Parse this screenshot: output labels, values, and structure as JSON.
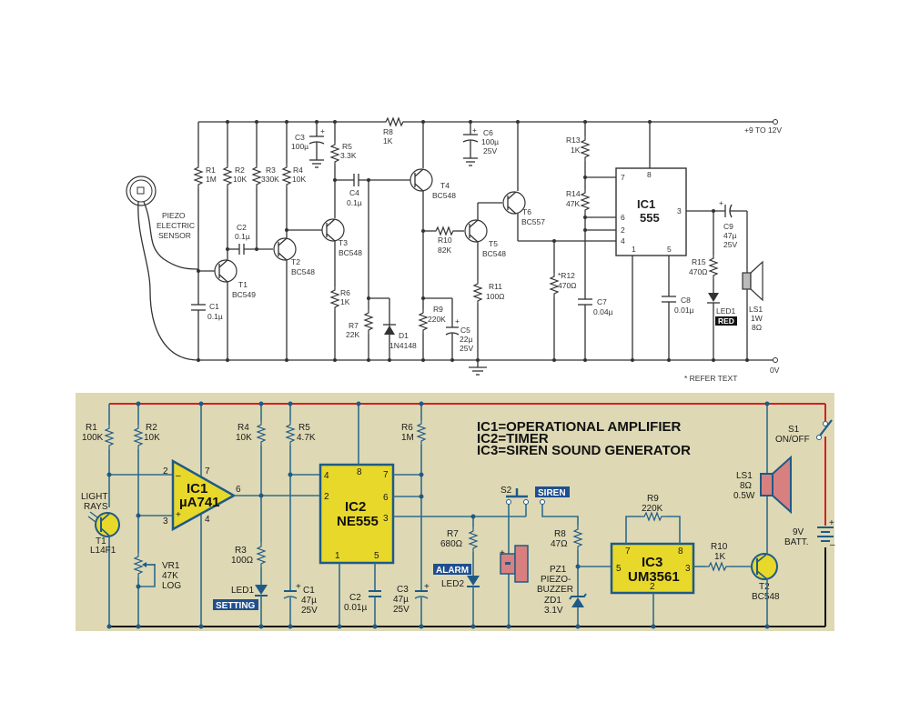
{
  "top_circuit": {
    "supply_label": "+9 TO 12V",
    "ground_label": "0V",
    "footnote": "* REFER TEXT",
    "sensor_label": [
      "PIEZO",
      "ELECTRIC",
      "SENSOR"
    ],
    "components": {
      "R1": [
        "R1",
        "1M"
      ],
      "R2": [
        "R2",
        "10K"
      ],
      "R3": [
        "R3",
        "330K"
      ],
      "R4": [
        "R4",
        "10K"
      ],
      "R5": [
        "R5",
        "3.3K"
      ],
      "R6": [
        "R6",
        "1K"
      ],
      "R7": [
        "R7",
        "22K"
      ],
      "R8": [
        "R8",
        "1K"
      ],
      "R9": [
        "R9",
        "220K"
      ],
      "R10": [
        "R10",
        "82K"
      ],
      "R11": [
        "R11",
        "100Ω"
      ],
      "R12": [
        "*R12",
        "470Ω"
      ],
      "R13": [
        "R13",
        "1K"
      ],
      "R14": [
        "R14",
        "47K"
      ],
      "R15": [
        "R15",
        "470Ω"
      ],
      "C1": [
        "C1",
        "0.1µ"
      ],
      "C2": [
        "C2",
        "0.1µ"
      ],
      "C3": [
        "C3",
        "100µ"
      ],
      "C4": [
        "C4",
        "0.1µ"
      ],
      "C5": [
        "C5",
        "22µ",
        "25V"
      ],
      "C6": [
        "C6",
        "100µ",
        "25V"
      ],
      "C7": [
        "C7",
        "0.04µ"
      ],
      "C8": [
        "C8",
        "0.01µ"
      ],
      "C9": [
        "C9",
        "47µ",
        "25V"
      ],
      "T1": [
        "T1",
        "BC549"
      ],
      "T2": [
        "T2",
        "BC548"
      ],
      "T3": [
        "T3",
        "BC548"
      ],
      "T4": [
        "T4",
        "BC548"
      ],
      "T5": [
        "T5",
        "BC548"
      ],
      "T6": [
        "T6",
        "BC557"
      ],
      "D1": [
        "D1",
        "1N4148"
      ],
      "LED1": [
        "LED1",
        "RED"
      ],
      "LS1": [
        "LS1",
        "1W",
        "8Ω"
      ],
      "IC1": [
        "IC1",
        "555"
      ],
      "IC1_pins": [
        "7",
        "8",
        "6",
        "2",
        "4",
        "1",
        "5",
        "3"
      ]
    }
  },
  "bottom_circuit": {
    "legend": [
      "IC1=OPERATIONAL AMPLIFIER",
      "IC2=TIMER",
      "IC3=SIREN SOUND GENERATOR"
    ],
    "labels": {
      "setting": "SETTING",
      "alarm": "ALARM",
      "siren": "SIREN"
    },
    "colors": {
      "background": "#ded9b4",
      "ic_fill": "#e8d82a",
      "wire": "#2e6b8e",
      "positive_rail": "#d42020",
      "label_bg": "#1f4f8f",
      "buzzer": "#d88080"
    },
    "components": {
      "R1": [
        "R1",
        "100K"
      ],
      "R2": [
        "R2",
        "10K"
      ],
      "R3": [
        "R3",
        "100Ω"
      ],
      "R4": [
        "R4",
        "10K"
      ],
      "R5": [
        "R5",
        "4.7K"
      ],
      "R6": [
        "R6",
        "1M"
      ],
      "R7": [
        "R7",
        "680Ω"
      ],
      "R8": [
        "R8",
        "47Ω"
      ],
      "R9": [
        "R9",
        "220K"
      ],
      "R10": [
        "R10",
        "1K"
      ],
      "VR1": [
        "VR1",
        "47K",
        "LOG"
      ],
      "C1": [
        "C1",
        "47µ",
        "25V"
      ],
      "C2": [
        "C2",
        "0.01µ"
      ],
      "C3": [
        "C3",
        "47µ",
        "25V"
      ],
      "T1": [
        "T1",
        "L14F1"
      ],
      "T2": [
        "T2",
        "BC548"
      ],
      "light": [
        "LIGHT",
        "RAYS"
      ],
      "IC1": [
        "IC1",
        "µA741"
      ],
      "IC2": [
        "IC2",
        "NE555"
      ],
      "IC3": [
        "IC3",
        "UM3561"
      ],
      "LED1": "LED1",
      "LED2": "LED2",
      "S1": [
        "S1",
        "ON/OFF"
      ],
      "S2": "S2",
      "PZ1": [
        "PZ1",
        "PIEZO-",
        "BUZZER"
      ],
      "ZD1": [
        "ZD1",
        "3.1V"
      ],
      "LS1": [
        "LS1",
        "8Ω",
        "0.5W"
      ],
      "battery": [
        "9V",
        "BATT."
      ],
      "ic1_pins": [
        "2",
        "3",
        "7",
        "4",
        "6"
      ],
      "ic2_pins": [
        "4",
        "2",
        "8",
        "7",
        "6",
        "3",
        "1",
        "5"
      ],
      "ic3_pins": [
        "7",
        "8",
        "5",
        "3",
        "2"
      ]
    }
  }
}
